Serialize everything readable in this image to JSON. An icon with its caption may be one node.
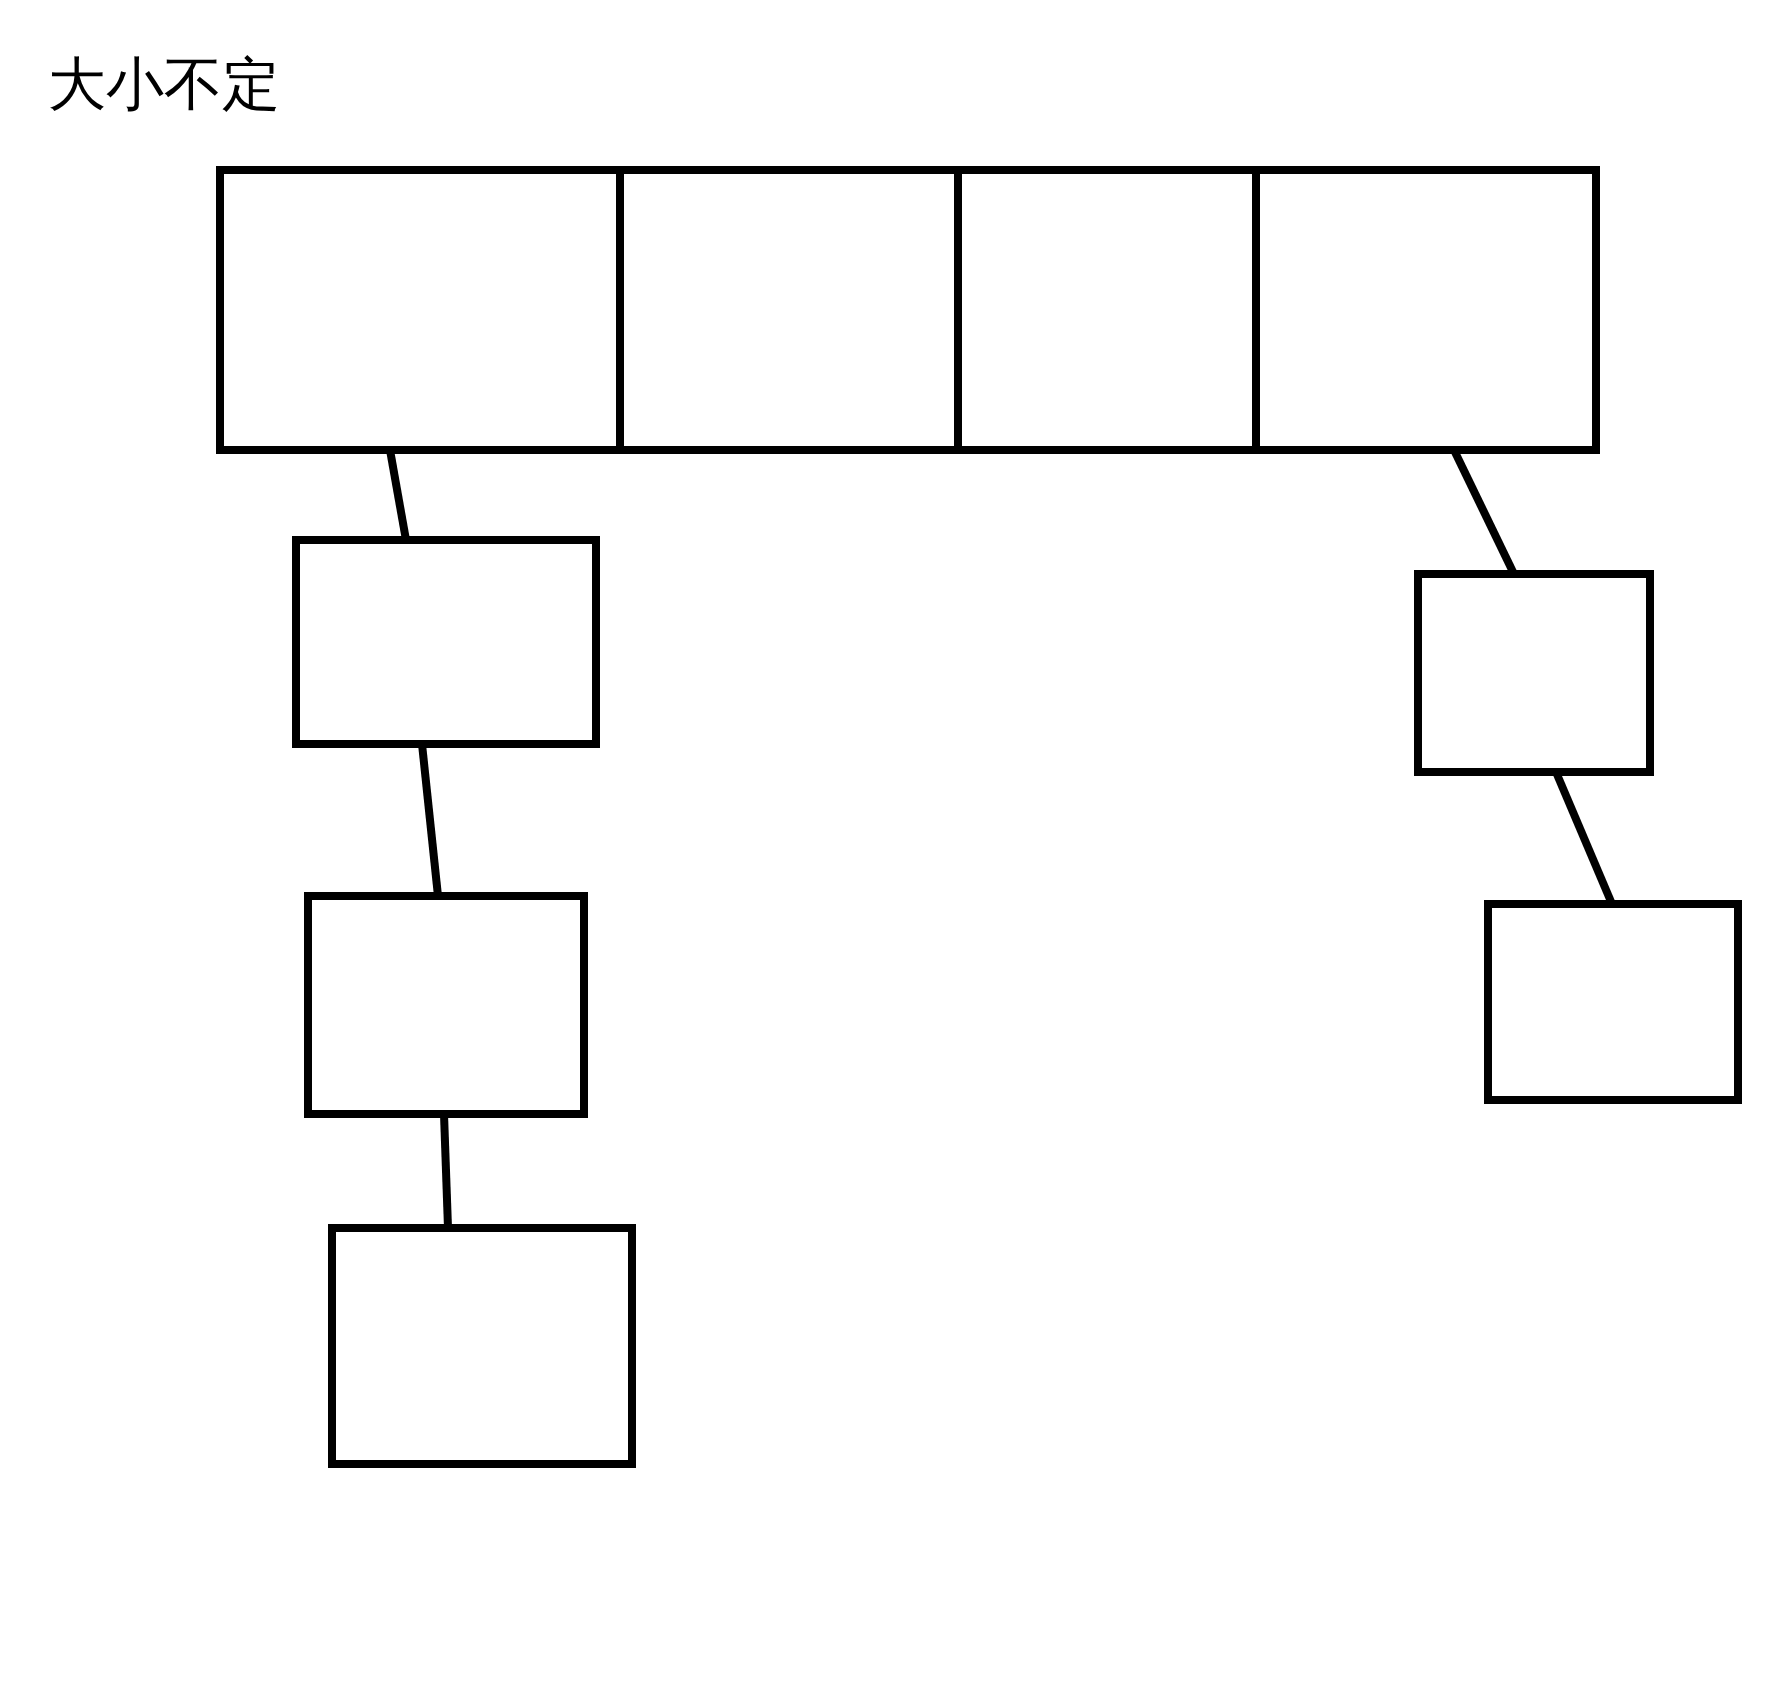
{
  "diagram": {
    "title": "大小不定",
    "nodes": [
      {
        "text": [],
        "shape": "box"
      },
      {
        "text": [],
        "shape": "box"
      },
      {
        "text": [],
        "shape": "box"
      },
      {
        "text": [],
        "shape": "box"
      },
      {
        "text": [],
        "shape": "box"
      },
      {
        "text": [],
        "shape": "box"
      },
      {
        "text": [],
        "shape": "box"
      },
      {
        "text": [],
        "shape": "box"
      },
      {
        "text": [],
        "shape": "box"
      }
    ],
    "edges": [
      {
        "from": 0,
        "to": 4,
        "arrow": "none"
      },
      {
        "from": 4,
        "to": 5,
        "arrow": "none"
      },
      {
        "from": 5,
        "to": 6,
        "arrow": "none"
      },
      {
        "from": 3,
        "to": 7,
        "arrow": "none"
      },
      {
        "from": 7,
        "to": 8,
        "arrow": "none"
      }
    ]
  }
}
